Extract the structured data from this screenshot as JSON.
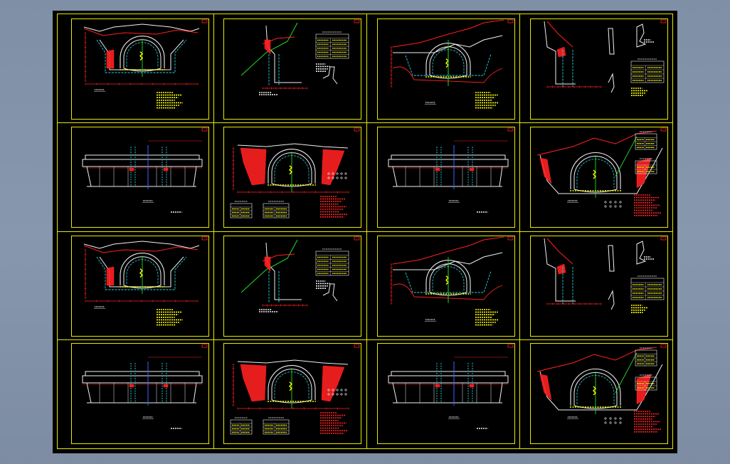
{
  "viewer": {
    "background_color": "#8393aa",
    "canvas_color": "#000000",
    "frame_color": "#e8e800"
  },
  "sheets": [
    {
      "row": 0,
      "col": 0,
      "variant": "arch-cross-section-wide"
    },
    {
      "row": 0,
      "col": 1,
      "variant": "slope-detail-with-table"
    },
    {
      "row": 0,
      "col": 2,
      "variant": "arch-cross-section-mountain"
    },
    {
      "row": 0,
      "col": 3,
      "variant": "slope-detail-right"
    },
    {
      "row": 1,
      "col": 0,
      "variant": "elevation-view"
    },
    {
      "row": 1,
      "col": 1,
      "variant": "tunnel-section-tables"
    },
    {
      "row": 1,
      "col": 2,
      "variant": "elevation-view"
    },
    {
      "row": 1,
      "col": 3,
      "variant": "tunnel-section-mountain"
    },
    {
      "row": 2,
      "col": 0,
      "variant": "arch-cross-section-wide"
    },
    {
      "row": 2,
      "col": 1,
      "variant": "slope-detail-with-table"
    },
    {
      "row": 2,
      "col": 2,
      "variant": "arch-cross-section-mountain"
    },
    {
      "row": 2,
      "col": 3,
      "variant": "slope-detail-right"
    },
    {
      "row": 3,
      "col": 0,
      "variant": "elevation-view"
    },
    {
      "row": 3,
      "col": 1,
      "variant": "tunnel-section-tables"
    },
    {
      "row": 3,
      "col": 2,
      "variant": "elevation-view"
    },
    {
      "row": 3,
      "col": 3,
      "variant": "tunnel-section-mountain"
    }
  ],
  "colors": {
    "drawing_red": "#ff2020",
    "drawing_white": "#f0f0f0",
    "drawing_cyan": "#29d3e0",
    "drawing_green": "#22dd22",
    "drawing_yellow": "#ffff00",
    "drawing_blue": "#3c63ff",
    "sheet_border": "#e8e800"
  }
}
